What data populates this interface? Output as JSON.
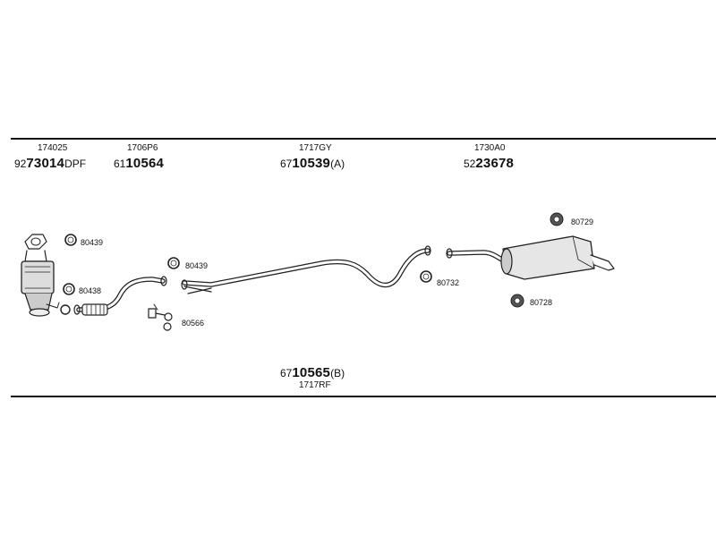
{
  "top_parts": [
    {
      "ref": "174025",
      "prefix": "92",
      "main": "73014",
      "suffix": "DPF"
    },
    {
      "ref": "1706P6",
      "prefix": "61",
      "main": "10564",
      "suffix": ""
    },
    {
      "ref": "1717GY",
      "prefix": "67",
      "main": "10539",
      "suffix": "(A)"
    },
    {
      "ref": "1730A0",
      "prefix": "52",
      "main": "23678",
      "suffix": ""
    }
  ],
  "bottom_part": {
    "prefix": "67",
    "main": "10565",
    "suffix": "(B)",
    "ref": "1717RF"
  },
  "small_parts": {
    "clamp_dpf_top": "80439",
    "clamp_dpf_bottom": "80438",
    "clamp_flex": "80439",
    "hanger_kit": "80566",
    "clamp_mid": "80732",
    "rubber_top": "80729",
    "rubber_bottom": "80728"
  }
}
